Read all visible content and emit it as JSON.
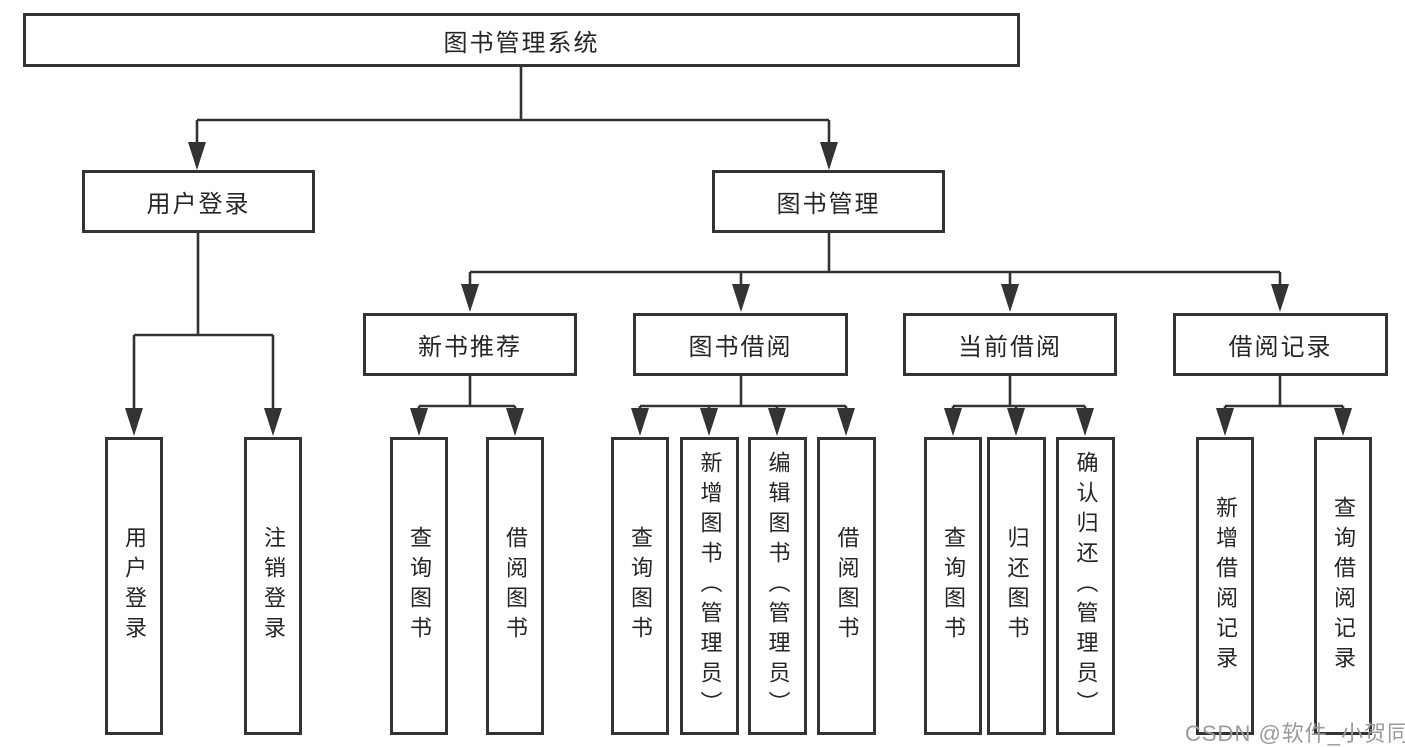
{
  "diagram_title": "图书管理系统",
  "tree": {
    "label": "图书管理系统",
    "children": [
      {
        "label": "用户登录",
        "children": [
          {
            "label": "用户登录"
          },
          {
            "label": "注销登录"
          }
        ]
      },
      {
        "label": "图书管理",
        "children": [
          {
            "label": "新书推荐",
            "children": [
              {
                "label": "查询图书"
              },
              {
                "label": "借阅图书"
              }
            ]
          },
          {
            "label": "图书借阅",
            "children": [
              {
                "label": "查询图书"
              },
              {
                "label": "新增图书（管理员）"
              },
              {
                "label": "编辑图书（管理员）"
              },
              {
                "label": "借阅图书"
              }
            ]
          },
          {
            "label": "当前借阅",
            "children": [
              {
                "label": "查询图书"
              },
              {
                "label": "归还图书"
              },
              {
                "label": "确认归还（管理员）"
              }
            ]
          },
          {
            "label": "借阅记录",
            "children": [
              {
                "label": "新增借阅记录"
              },
              {
                "label": "查询借阅记录"
              }
            ]
          }
        ]
      }
    ]
  },
  "watermark": {
    "text": "CSDN @软件_小贺同学"
  },
  "colors": {
    "line": "#333333",
    "box_border": "#333333",
    "box_fill": "#ffffff",
    "text": "#262626",
    "watermark": "#9b9b9b",
    "background": "#ffffff"
  }
}
